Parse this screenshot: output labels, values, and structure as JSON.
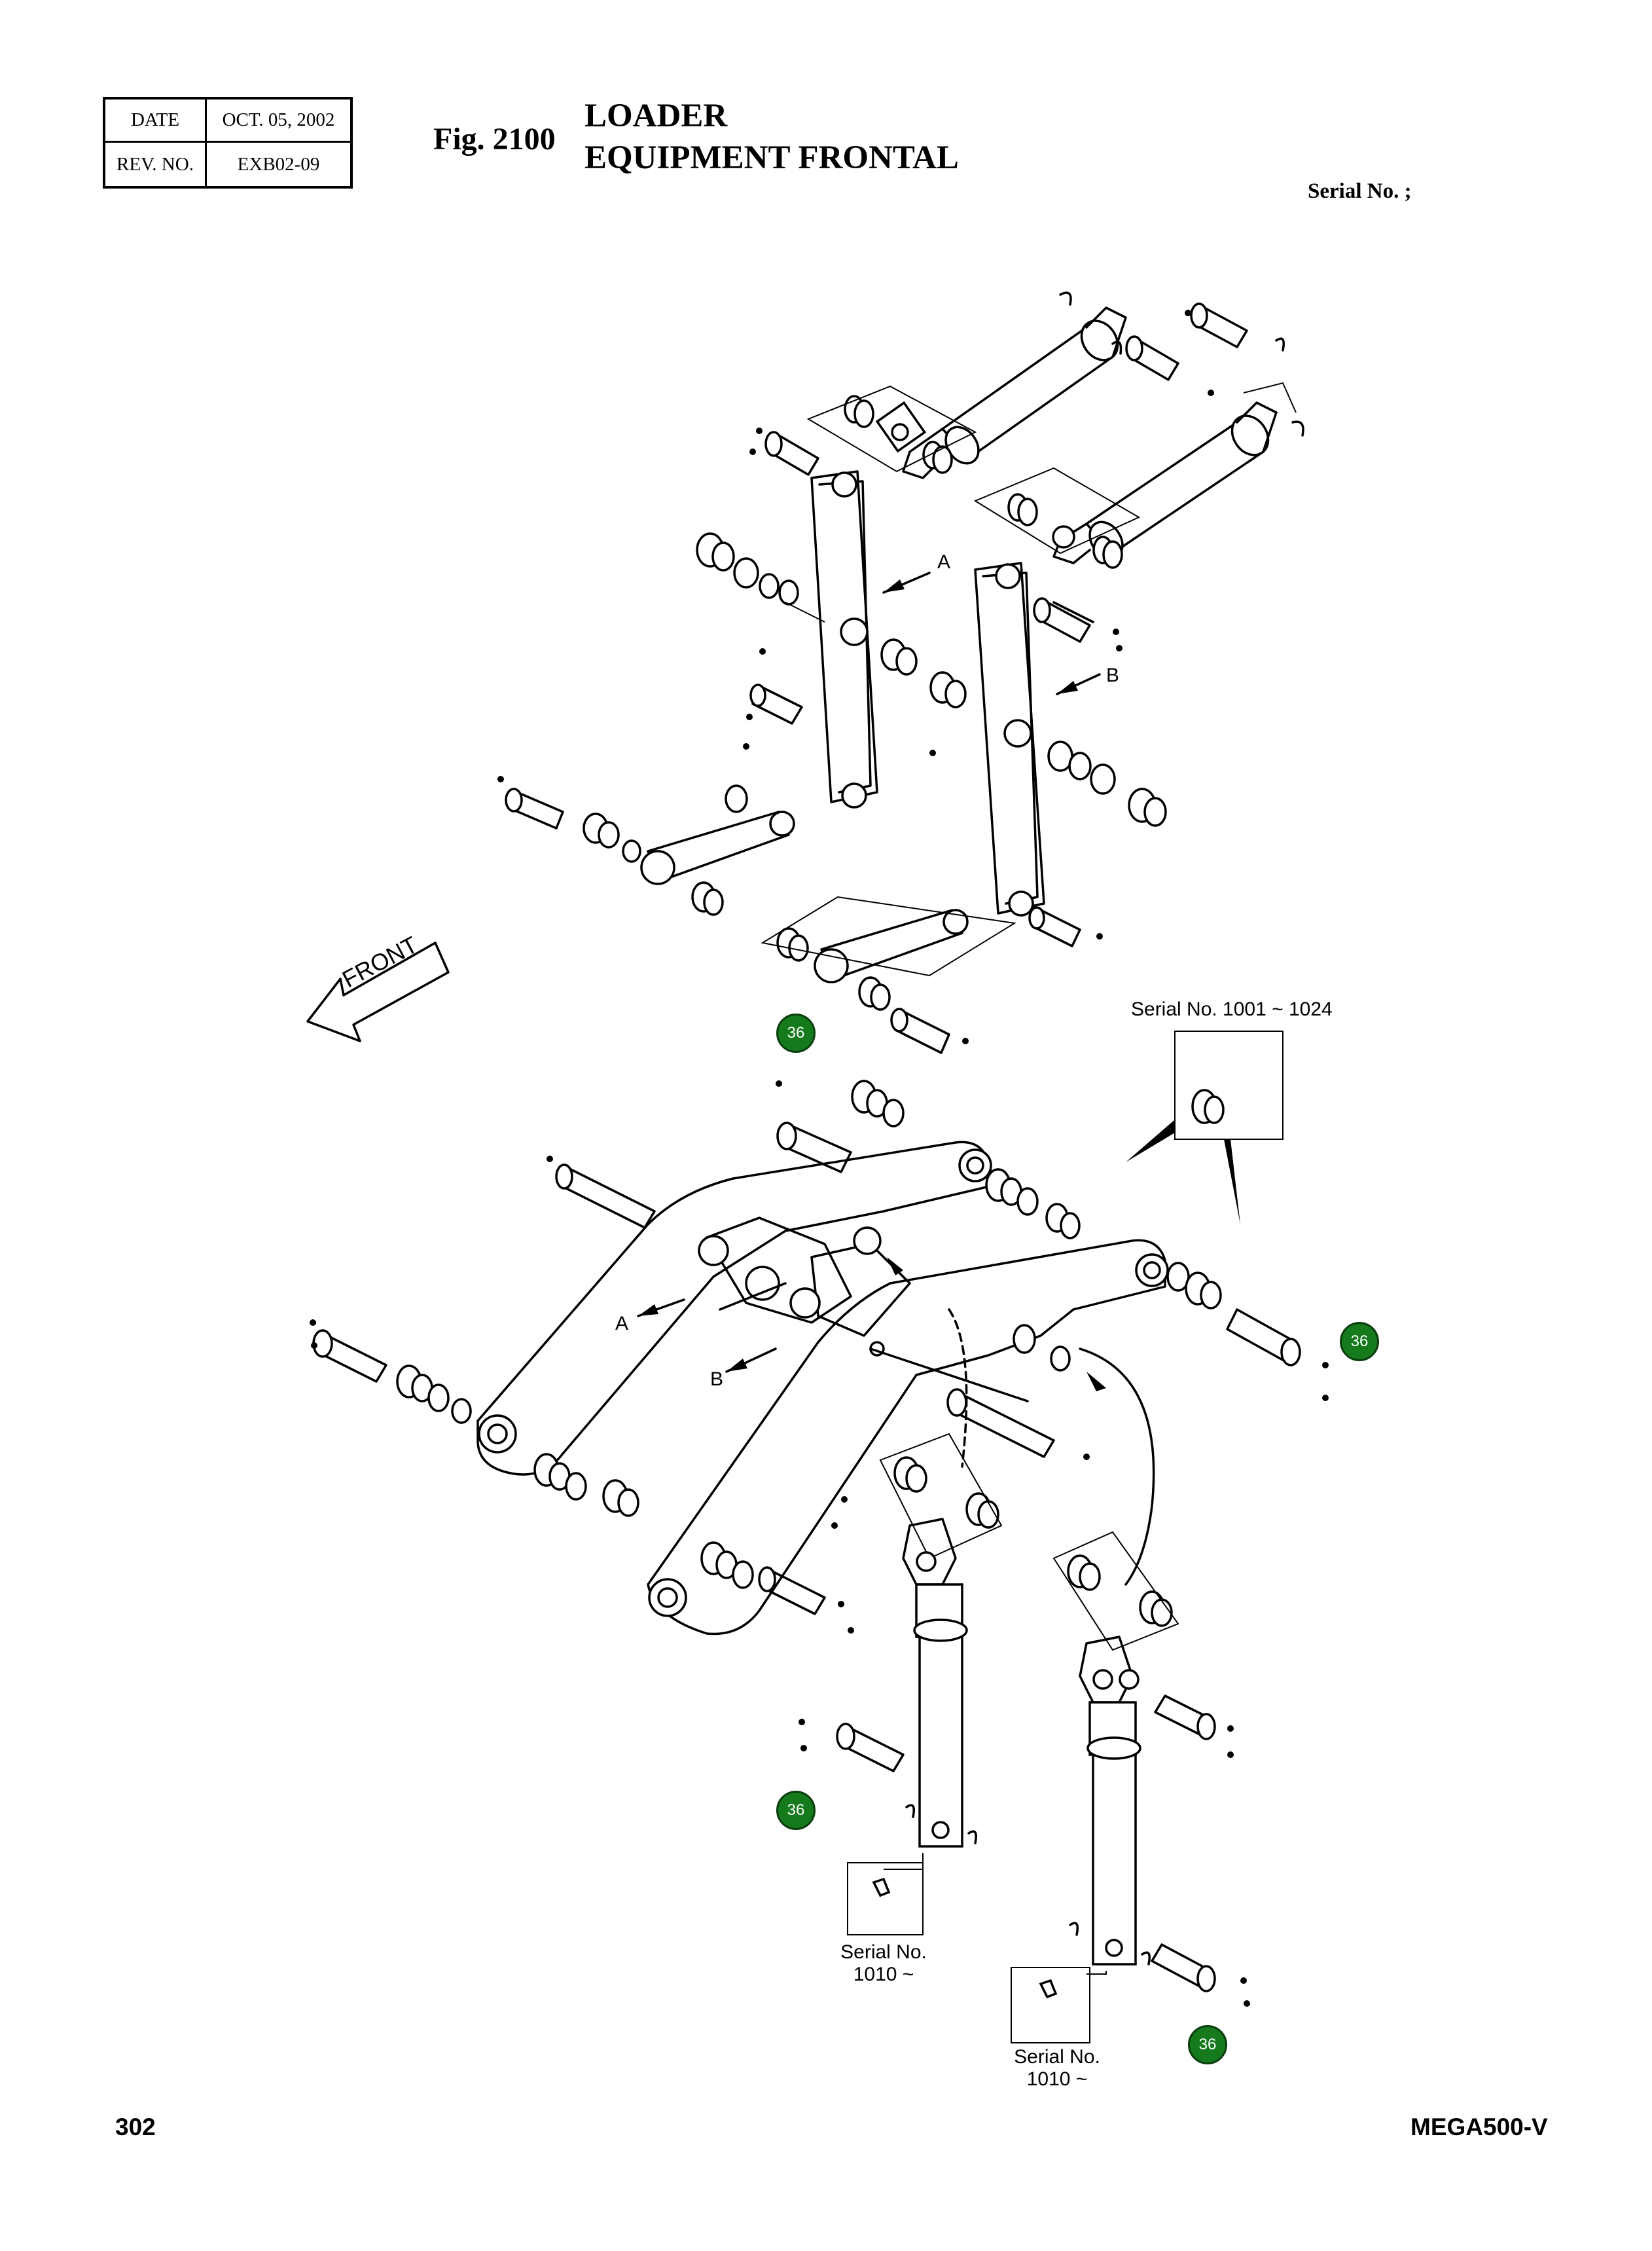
{
  "header": {
    "date_label": "DATE",
    "date_value": "OCT. 05, 2002",
    "rev_label": "REV. NO.",
    "rev_value": "EXB02-09",
    "fig_label": "Fig. 2100",
    "title_line1": "LOADER",
    "title_line2": "EQUIPMENT FRONTAL",
    "serial_label": "Serial No. ;"
  },
  "diagram": {
    "front_label": "FRONT",
    "view_a": "A",
    "view_b": "B",
    "serial_note_1": "Serial No. 1001 ~ 1024",
    "serial_note_2_line1": "Serial No.",
    "serial_note_2_line2": "1010 ~",
    "serial_note_3_line1": "Serial No.",
    "serial_note_3_line2": "1010 ~",
    "callouts": [
      "36",
      "36",
      "36",
      "36"
    ]
  },
  "footer": {
    "page_number": "302",
    "model": "MEGA500-V"
  }
}
